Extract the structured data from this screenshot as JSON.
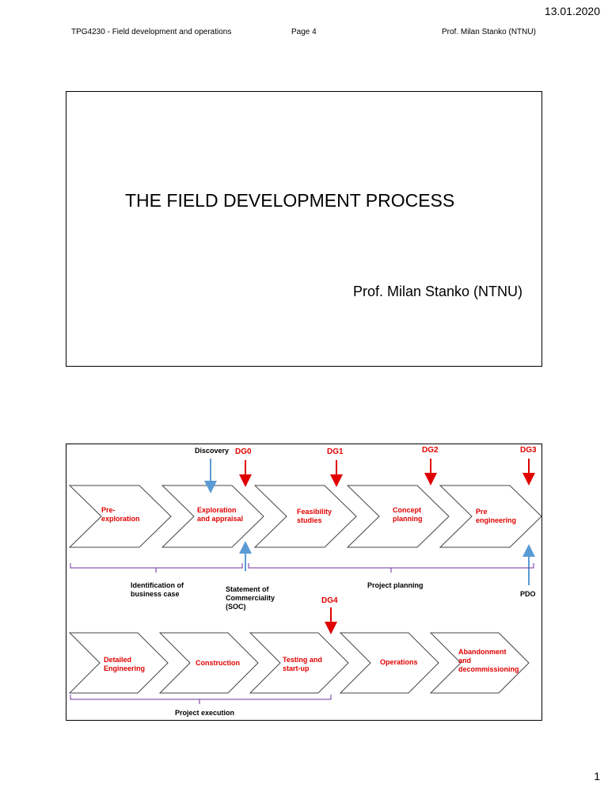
{
  "header": {
    "date": "13.01.2020",
    "course": "TPG4230 - Field development and operations",
    "page_label": "Page 4",
    "author": "Prof. Milan Stanko (NTNU)"
  },
  "slide1": {
    "title": "THE FIELD DEVELOPMENT PROCESS",
    "subtitle": "Prof. Milan Stanko (NTNU)"
  },
  "slide2": {
    "top_row": [
      {
        "line1": "Pre-",
        "line2": "exploration"
      },
      {
        "line1": "Exploration",
        "line2": "and appraisal"
      },
      {
        "line1": "Feasibility",
        "line2": "studies"
      },
      {
        "line1": "Concept",
        "line2": "planning"
      },
      {
        "line1": "Pre",
        "line2": "engineering"
      }
    ],
    "bottom_row": [
      {
        "line1": "Detailed",
        "line2": "Engineering"
      },
      {
        "line1": "Construction",
        "line2": ""
      },
      {
        "line1": "Testing and",
        "line2": "start-up"
      },
      {
        "line1": "Operations",
        "line2": ""
      },
      {
        "line1": "Abandonment",
        "line2": "and",
        "line3": "decommissioning"
      }
    ],
    "gates": [
      "DG0",
      "DG1",
      "DG2",
      "DG3",
      "DG4"
    ],
    "discovery": "Discovery",
    "brace_labels": {
      "identification_1": "Identification of",
      "identification_2": "business case",
      "project_planning": "Project planning",
      "project_execution": "Project execution"
    },
    "soc": {
      "line1": "Statement of",
      "line2": "Commerciality",
      "line3": "(SOC)"
    },
    "pdo": "PDO"
  },
  "footer": {
    "page_number": "1"
  },
  "colors": {
    "gate_red": "#e00000",
    "arrow_blue": "#5b9bd5",
    "brace_purple": "#7030a0"
  }
}
